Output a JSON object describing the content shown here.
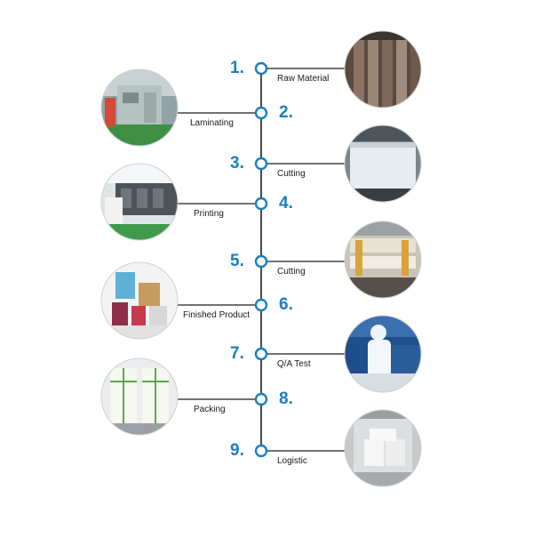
{
  "colors": {
    "accent": "#1a7fc1",
    "line": "#1c1c1c",
    "background": "#ffffff"
  },
  "steps": [
    {
      "number": "1.",
      "label": "Raw Material",
      "side": "right",
      "photo": "paper-rolls-photo"
    },
    {
      "number": "2.",
      "label": "Laminating",
      "side": "left",
      "photo": "laminating-machine-photo"
    },
    {
      "number": "3.",
      "label": "Cutting",
      "side": "right",
      "photo": "cutting-roll-photo"
    },
    {
      "number": "4.",
      "label": "Printing",
      "side": "left",
      "photo": "printing-line-photo"
    },
    {
      "number": "5.",
      "label": "Cutting",
      "side": "right",
      "photo": "slitting-machine-photo"
    },
    {
      "number": "6.",
      "label": "Finished Product",
      "side": "left",
      "photo": "finished-products-photo"
    },
    {
      "number": "7.",
      "label": "Q/A Test",
      "side": "right",
      "photo": "lab-technician-photo"
    },
    {
      "number": "8.",
      "label": "Packing",
      "side": "left",
      "photo": "packed-pallets-photo"
    },
    {
      "number": "9.",
      "label": "Logistic",
      "side": "right",
      "photo": "shipping-container-photo"
    }
  ]
}
